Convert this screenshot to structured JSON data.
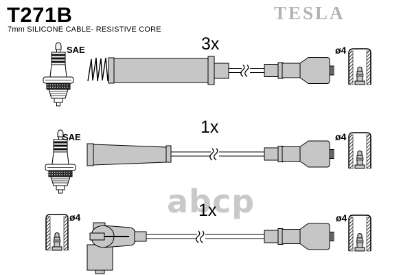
{
  "header": {
    "part_number": "T271B",
    "description": "7mm SILICONE CABLE- RESISTIVE CORE",
    "brand_logo": "TESLA"
  },
  "watermark": "abcp",
  "rows": [
    {
      "quantity_label": "3x",
      "left_terminal_label": "SAE",
      "right_terminal_label": "ø4",
      "left_icon": "spark-plug-icon",
      "left_boot_icon": "spring-coil-straight-boot-icon",
      "right_boot_icon": "straight-boot-icon",
      "right_icon": "socket-cap-icon"
    },
    {
      "quantity_label": "1x",
      "left_terminal_label": "SAE",
      "right_terminal_label": "ø4",
      "left_icon": "spark-plug-icon",
      "left_boot_icon": "tapered-straight-boot-icon",
      "right_boot_icon": "straight-boot-icon",
      "right_icon": "socket-cap-icon"
    },
    {
      "quantity_label": "1x",
      "left_terminal_label": "ø4",
      "right_terminal_label": "ø4",
      "left_icon": "socket-cap-icon",
      "left_boot_icon": "elbow-90deg-boot-icon",
      "right_boot_icon": "straight-boot-icon",
      "right_icon": "socket-cap-icon"
    }
  ],
  "colors": {
    "background": "#ffffff",
    "outline": "#000000",
    "boot_fill": "#c6c6c6",
    "brand_gray": "#b2b2b2",
    "watermark_gray": "#c9c9c9"
  }
}
